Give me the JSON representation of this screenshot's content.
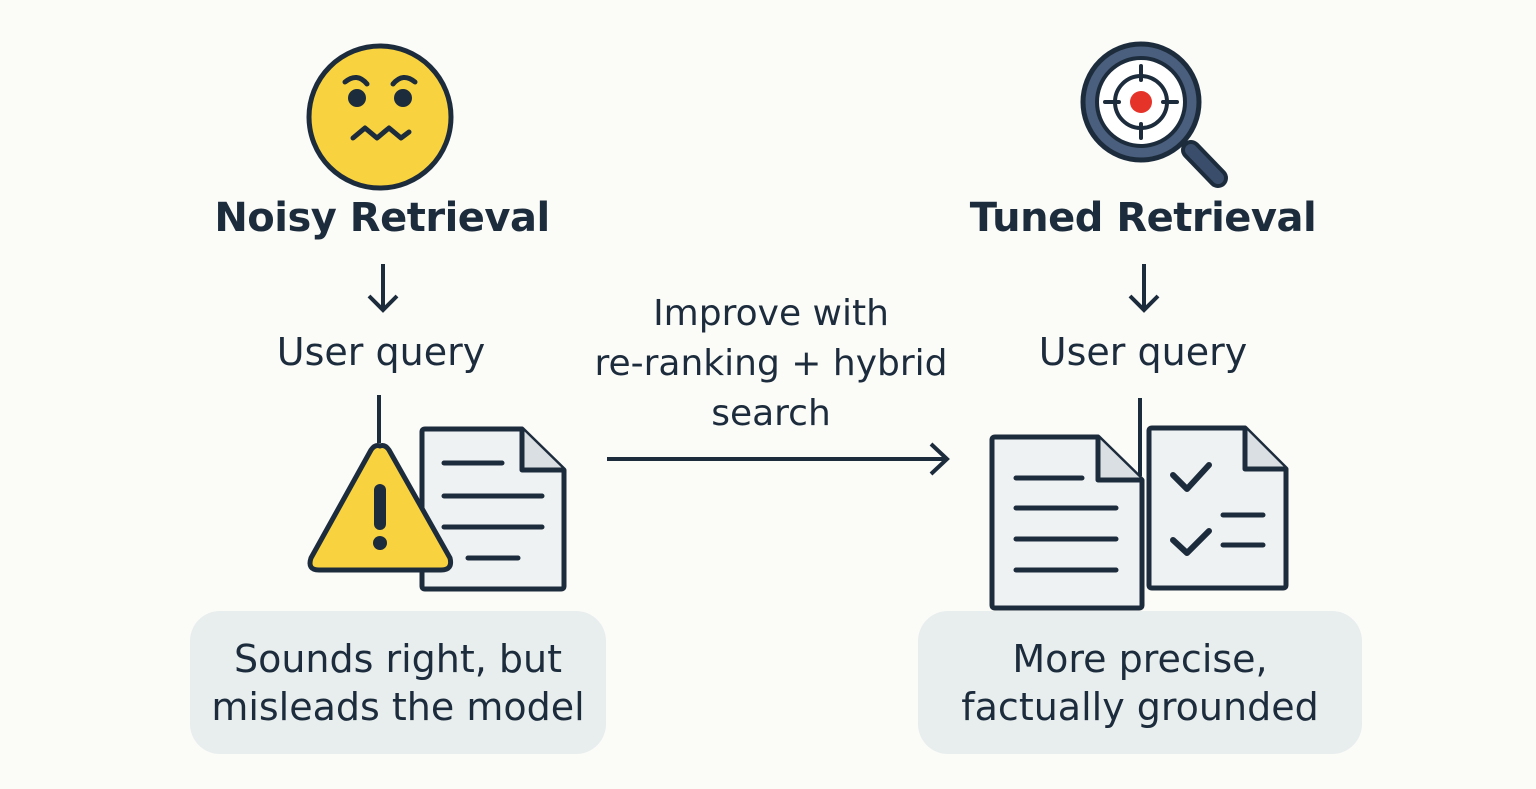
{
  "left": {
    "title": "Noisy Retrieval",
    "query": "User query",
    "caption_line1": "Sounds right, but",
    "caption_line2": "misleads the model"
  },
  "middle": {
    "line1": "Improve with",
    "line2": "re-ranking + hybrid",
    "line3": "search"
  },
  "right": {
    "title": "Tuned Retrieval",
    "query": "User query",
    "caption_line1": "More precise,",
    "caption_line2": "factually grounded"
  },
  "colors": {
    "ink": "#1d2c3c",
    "yellow": "#f8d23f",
    "paper": "#eef2f3",
    "caption_bg": "#e8eeee",
    "target_red": "#e63329",
    "lens_blue": "#4a5f7d"
  }
}
